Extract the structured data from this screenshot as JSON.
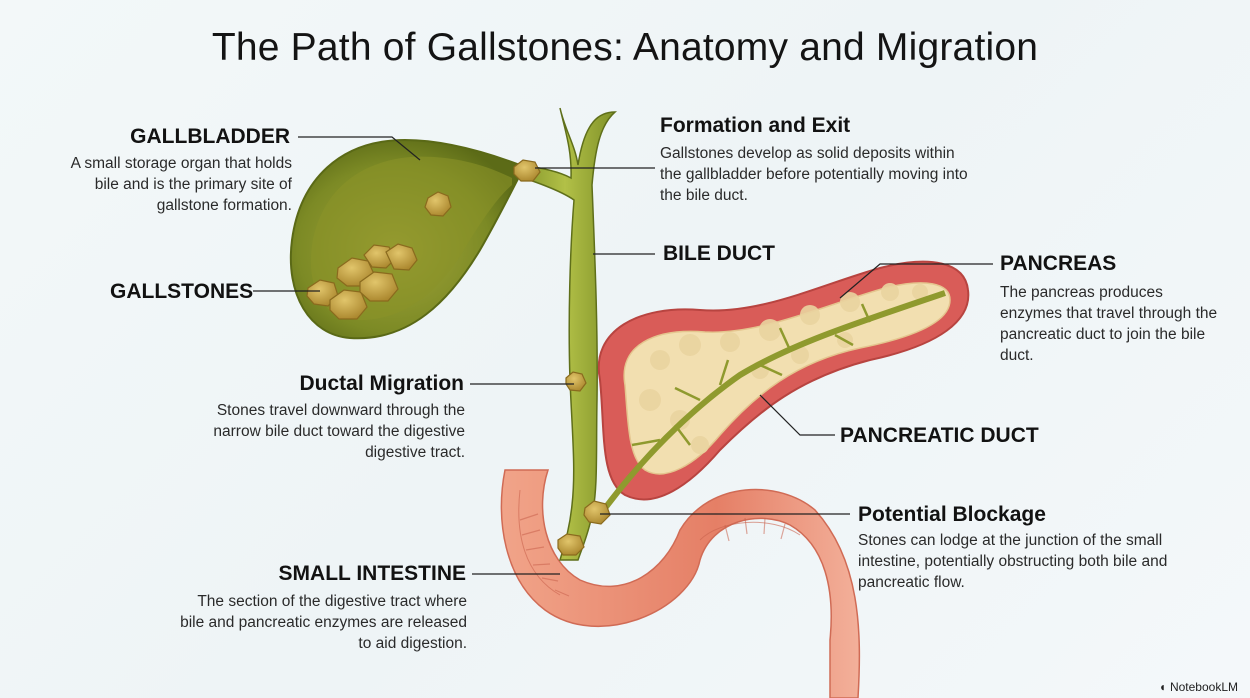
{
  "title": "The Path of Gallstones: Anatomy and Migration",
  "callouts": {
    "gallbladder": {
      "label": "GALLBLADDER",
      "text": "A small storage organ that holds bile and is the primary site of gallstone formation."
    },
    "gallstones": {
      "label": "GALLSTONES"
    },
    "formation": {
      "heading": "Formation and Exit",
      "text": "Gallstones develop as solid deposits within the gallbladder before potentially moving into the bile duct."
    },
    "bile_duct": {
      "label": "BILE DUCT"
    },
    "pancreas": {
      "label": "PANCREAS",
      "text": "The pancreas produces enzymes that travel through the pancreatic duct to join the bile duct."
    },
    "ductal_migration": {
      "heading": "Ductal Migration",
      "text": "Stones travel downward through the narrow bile duct toward the digestive digestive tract."
    },
    "pancreatic_duct": {
      "label": "PANCREATIC DUCT"
    },
    "blockage": {
      "heading": "Potential Blockage",
      "text": "Stones can lodge at the junction of the small intestine, potentially obstructing both bile and pancreatic flow."
    },
    "small_intestine": {
      "label": "SMALL INTESTINE",
      "text": "The section of the digestive tract where bile and pancreatic enzymes are released to aid digestion."
    }
  },
  "brand": "NotebookLM",
  "colors": {
    "bile_green": "#8c9b2c",
    "stone": "#c9a646",
    "pancreas_tissue": "#f2dfb0",
    "pancreas_rim": "#d9605c",
    "intestine": "#e8836a"
  }
}
